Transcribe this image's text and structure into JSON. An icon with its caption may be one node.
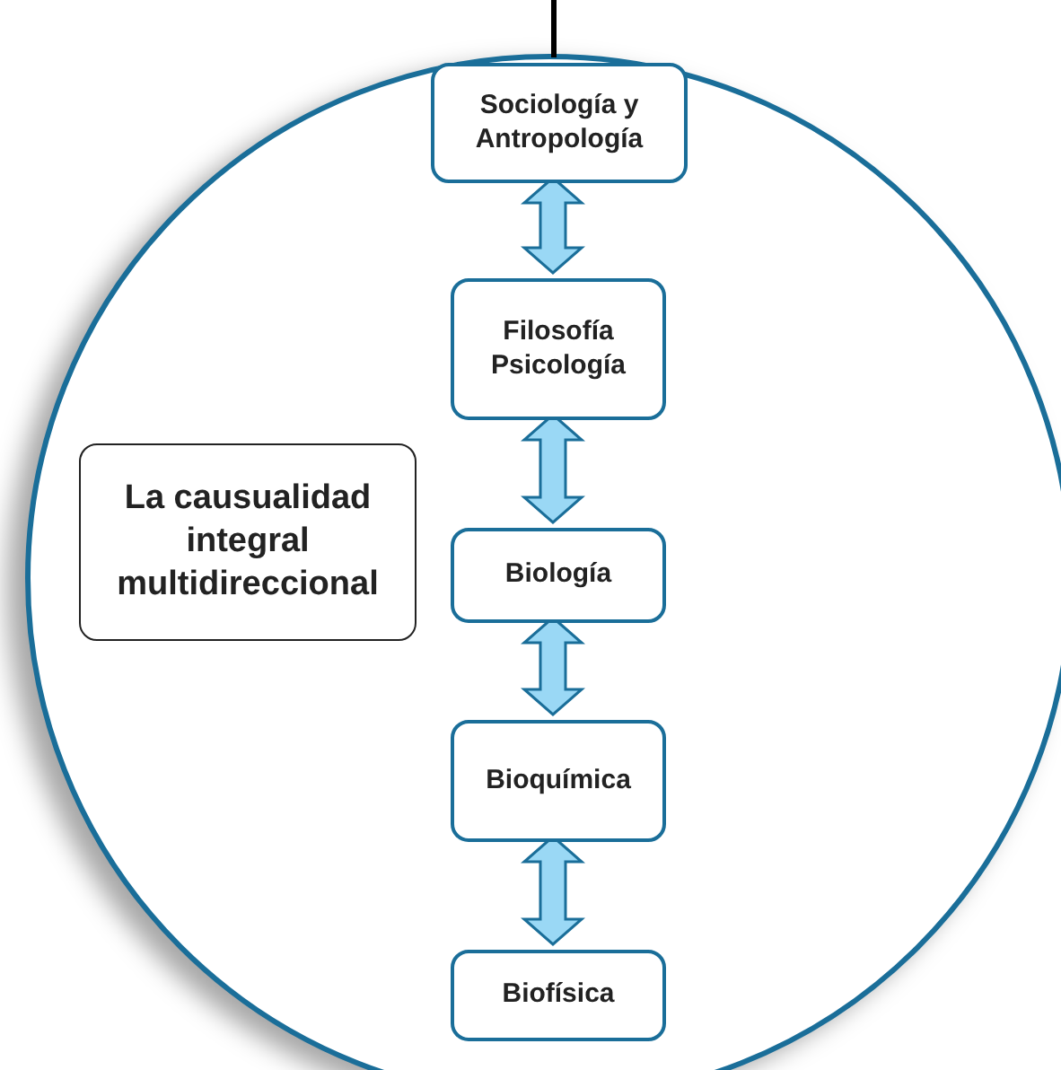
{
  "diagram": {
    "nodes": [
      {
        "text": [],
        "shape": "circle"
      },
      {
        "text": [
          "Sociología y Antropología"
        ],
        "in": 0
      },
      {
        "text": [
          "Filosofía Psicología"
        ],
        "in": 0
      },
      {
        "text": [
          "La causualidad integral multidireccional"
        ],
        "in": 0
      },
      {
        "text": [
          "Biología"
        ],
        "in": 0
      },
      {
        "text": [
          "Bioquímica"
        ],
        "in": 0
      },
      {
        "text": [
          "Biofísica"
        ],
        "in": 0
      }
    ],
    "edges": [
      {
        "from": null,
        "to": 1,
        "arrow": "none",
        "color": "#000000"
      },
      {
        "from": 1,
        "to": 2,
        "arrow": "both",
        "style": "thick"
      },
      {
        "from": 2,
        "to": 4,
        "arrow": "both",
        "style": "thick"
      },
      {
        "from": 4,
        "to": 5,
        "arrow": "both",
        "style": "thick"
      },
      {
        "from": 5,
        "to": 6,
        "arrow": "both",
        "style": "thick"
      }
    ]
  }
}
